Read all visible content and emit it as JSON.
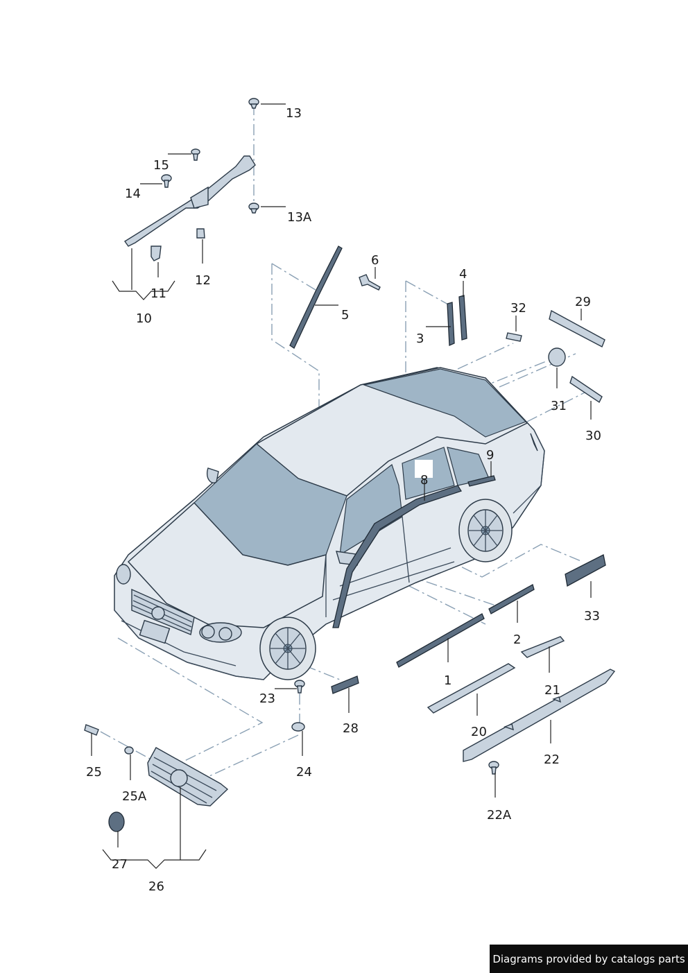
{
  "callouts": {
    "c1": "1",
    "c2": "2",
    "c3": "3",
    "c4": "4",
    "c5": "5",
    "c6": "6",
    "c8": "8",
    "c9": "9",
    "c10": "10",
    "c11": "11",
    "c12": "12",
    "c13": "13",
    "c13a": "13A",
    "c14": "14",
    "c15": "15",
    "c20": "20",
    "c21": "21",
    "c22": "22",
    "c22a": "22A",
    "c23": "23",
    "c24": "24",
    "c25": "25",
    "c25a": "25A",
    "c26": "26",
    "c27": "27",
    "c28": "28",
    "c29": "29",
    "c30": "30",
    "c31": "31",
    "c32": "32",
    "c33": "33"
  },
  "footer": {
    "text": "Diagrams provided by catalogs parts"
  },
  "colors": {
    "glass": "#9fb5c6",
    "body": "#e3e9ef",
    "dash": "#8aa0b4",
    "badge_bg": "#0d0d0d"
  }
}
